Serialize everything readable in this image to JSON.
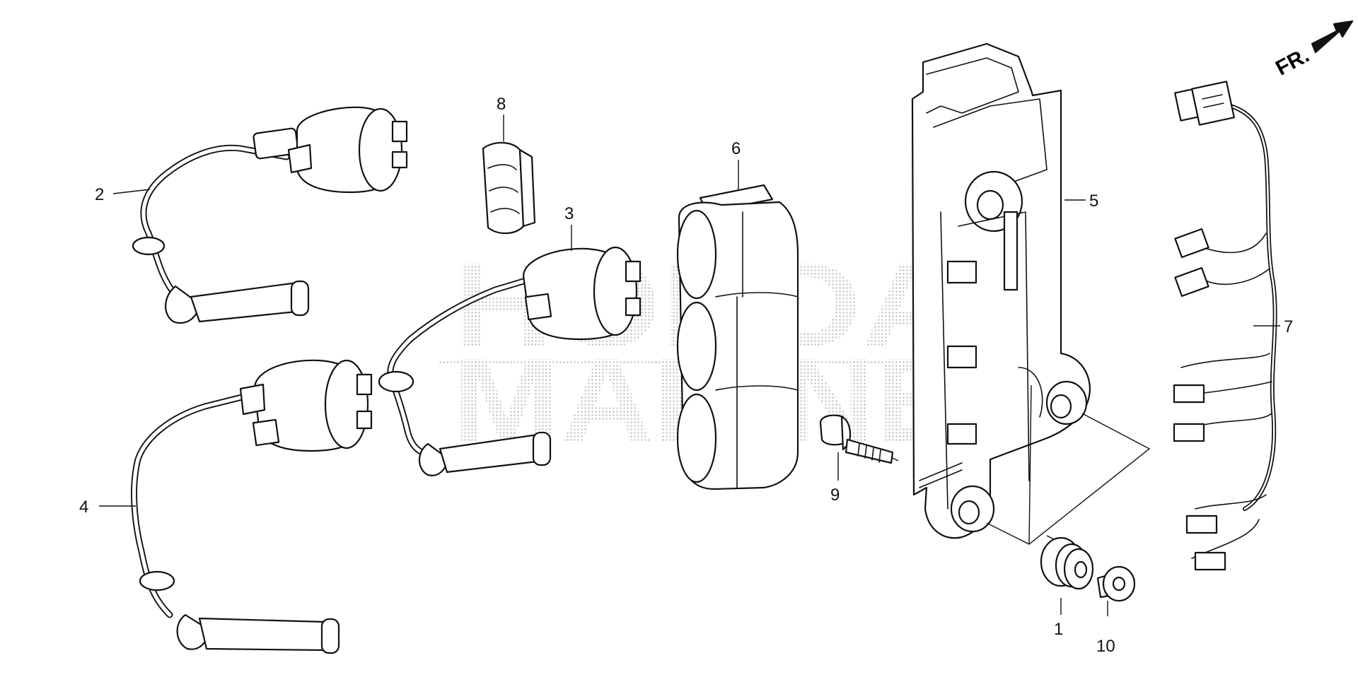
{
  "diagram": {
    "direction_label": "FR.",
    "watermark": {
      "line1": "HONDA",
      "line2": "MARINE"
    },
    "callouts": [
      {
        "id": "1",
        "label": "1"
      },
      {
        "id": "2",
        "label": "2"
      },
      {
        "id": "3",
        "label": "3"
      },
      {
        "id": "4",
        "label": "4"
      },
      {
        "id": "5",
        "label": "5"
      },
      {
        "id": "6",
        "label": "6"
      },
      {
        "id": "7",
        "label": "7"
      },
      {
        "id": "8",
        "label": "8"
      },
      {
        "id": "9",
        "label": "9"
      },
      {
        "id": "10",
        "label": "10"
      }
    ]
  }
}
